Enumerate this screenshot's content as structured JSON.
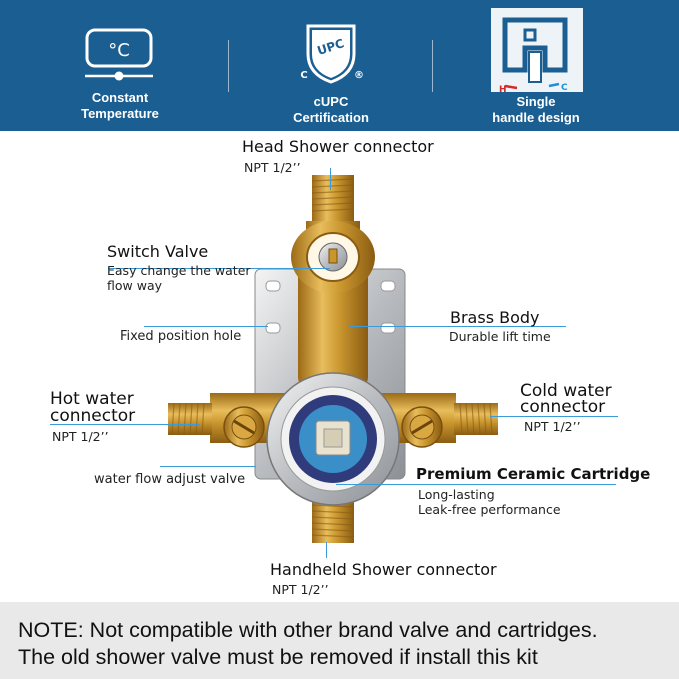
{
  "features": [
    {
      "icon": "thermometer-display-icon",
      "display": "°C",
      "label_line1": "Constant",
      "label_line2": "Temperature"
    },
    {
      "icon": "cupc-certification-icon",
      "mark": "UPC",
      "left": "C",
      "right": "®",
      "label_line1": "cUPC",
      "label_line2": "Certification"
    },
    {
      "icon": "single-handle-icon",
      "hot": "H",
      "cold": "C",
      "label_line1": "Single",
      "label_line2": "handle design"
    }
  ],
  "callouts": {
    "head_shower": {
      "title": "Head Shower connector",
      "sub": "NPT  1/2’’"
    },
    "switch_valve": {
      "title": "Switch Valve",
      "sub1": "Easy change the water",
      "sub2": "flow way"
    },
    "fixed_hole": {
      "title": "Fixed position hole"
    },
    "brass_body": {
      "title": "Brass Body",
      "sub": "Durable lift time"
    },
    "hot_water": {
      "title1": "Hot water",
      "title2": "connector",
      "sub": "NPT  1/2’’"
    },
    "cold_water": {
      "title1": "Cold water",
      "title2": "connector",
      "sub": "NPT  1/2’’"
    },
    "flow_adjust": {
      "title": "water flow adjust valve"
    },
    "cartridge": {
      "title": "Premium Ceramic Cartridge",
      "sub1": "Long-lasting",
      "sub2": "Leak-free performance"
    },
    "handheld": {
      "title": "Handheld Shower connector",
      "sub": "NPT  1/2’’"
    }
  },
  "note": {
    "line1": "NOTE: Not compatible with other brand valve and cartridges.",
    "line2": "The old shower valve must be removed if install this kit"
  },
  "colors": {
    "banner": "#1b5f92",
    "brass": "#c9962e",
    "leader": "#3a9bd8",
    "note_bg": "#e9e9e9"
  }
}
